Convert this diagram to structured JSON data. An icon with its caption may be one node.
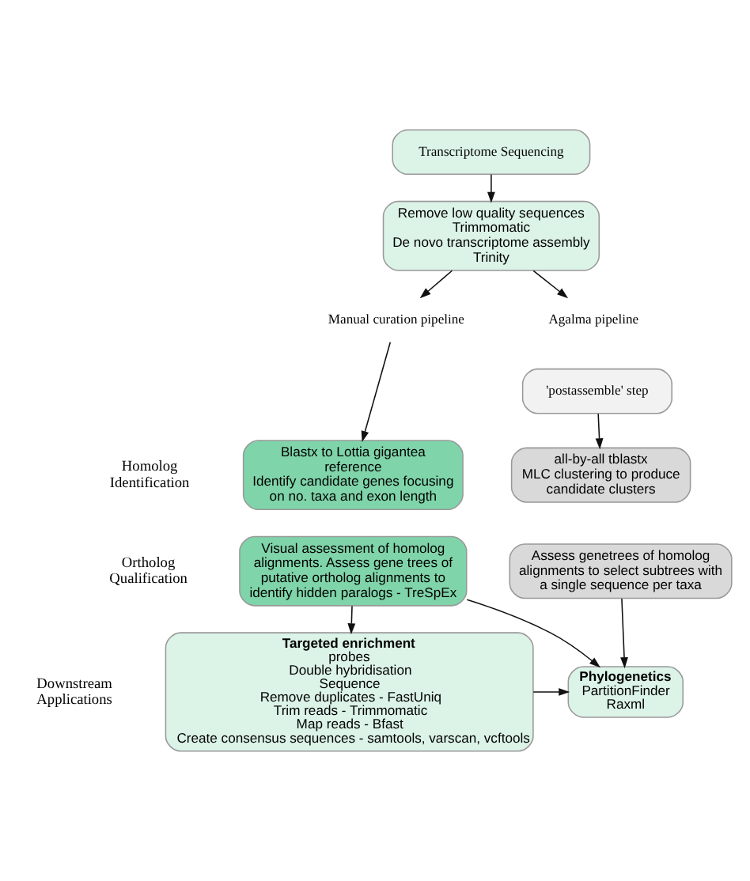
{
  "diagram": {
    "nodes": [
      {
        "text": [
          "Transcriptome Sequencing"
        ]
      },
      {
        "text": [
          "Remove low quality sequences Trimmomatic",
          "De novo transcriptome assembly Trinity"
        ]
      },
      {
        "text": [
          "Manual curation pipeline"
        ]
      },
      {
        "text": [
          "Agalma pipeline"
        ]
      },
      {
        "text": [
          "'postassemble' step"
        ]
      },
      {
        "text": [
          "Blastx to Lottia gigantea reference",
          "Identify candidate genes focusing on no. taxa and exon length"
        ]
      },
      {
        "text": [
          "all-by-all tblastx",
          "MLC clustering to produce candidate clusters"
        ]
      },
      {
        "text": [
          "Visual assessment of homolog alignments. Assess gene trees of putative ortholog alignments to identify hidden paralogs - TreSpEx"
        ]
      },
      {
        "text": [
          "Assess genetrees of homolog alignments to select subtrees with a single sequence per taxa"
        ]
      },
      {
        "text": [
          "Targeted enrichment",
          "probes",
          "Double hybridisation",
          "Sequence",
          "Remove duplicates - FastUniq",
          "Trim reads - Trimmomatic",
          "Map reads - Bfast",
          "Create consensus sequences - samtools, varscan, vcftools"
        ]
      },
      {
        "text": [
          "Phylogenetics",
          "PartitionFinder",
          "Raxml"
        ]
      }
    ],
    "edges": [
      {
        "from": 0,
        "to": 1,
        "arrow": "to"
      },
      {
        "from": 1,
        "to": 2,
        "arrow": "to"
      },
      {
        "from": 1,
        "to": 3,
        "arrow": "to"
      },
      {
        "from": 2,
        "to": 5,
        "arrow": "to"
      },
      {
        "from": 4,
        "to": 6,
        "arrow": "to"
      },
      {
        "from": 7,
        "to": 9,
        "arrow": "to"
      },
      {
        "from": 7,
        "to": 10,
        "arrow": "to"
      },
      {
        "from": 8,
        "to": 10,
        "arrow": "to"
      },
      {
        "from": 9,
        "to": 10,
        "arrow": "to"
      }
    ],
    "labels": [
      "Homolog Identification",
      "Ortholog Qualification",
      "Downstream Applications"
    ]
  }
}
